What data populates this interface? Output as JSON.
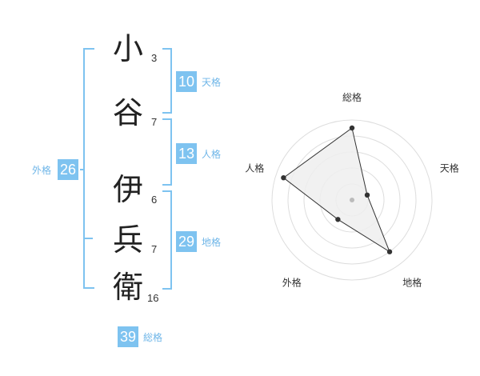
{
  "name": {
    "surname": [
      {
        "char": "小",
        "strokes": "3"
      },
      {
        "char": "谷",
        "strokes": "7"
      }
    ],
    "given": [
      {
        "char": "伊",
        "strokes": "6"
      },
      {
        "char": "兵",
        "strokes": "7"
      },
      {
        "char": "衛",
        "strokes": "16"
      }
    ]
  },
  "fortunes": {
    "tenkaku": {
      "value": "10",
      "label": "天格"
    },
    "jinkaku": {
      "value": "13",
      "label": "人格"
    },
    "chikaku": {
      "value": "29",
      "label": "地格"
    },
    "gaikaku": {
      "value": "26",
      "label": "外格"
    },
    "soukaku": {
      "value": "39",
      "label": "総格"
    }
  },
  "colors": {
    "accent": "#7ec3f0",
    "label": "#6fb6e8"
  },
  "chart_data": {
    "type": "radar",
    "axes": [
      "総格",
      "天格",
      "地格",
      "外格",
      "人格"
    ],
    "values": [
      4.5,
      1.0,
      4.0,
      1.5,
      4.5
    ],
    "range": [
      0,
      5
    ],
    "rings": 5
  }
}
